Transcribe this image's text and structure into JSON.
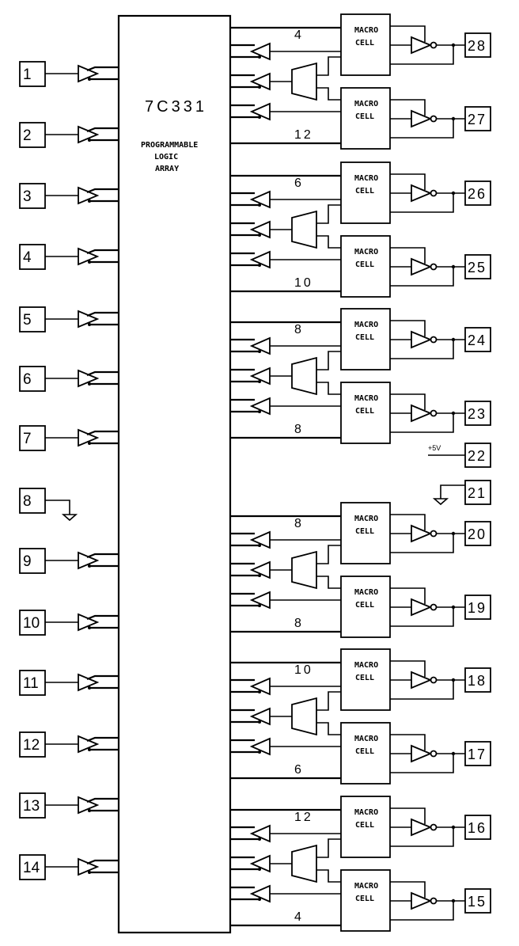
{
  "chip": {
    "part_number": "7C331",
    "description_lines": [
      "PROGRAMMABLE",
      "LOGIC",
      "ARRAY"
    ]
  },
  "left_pins": [
    {
      "label": "1",
      "type": "input"
    },
    {
      "label": "2",
      "type": "input"
    },
    {
      "label": "3",
      "type": "input"
    },
    {
      "label": "4",
      "type": "input"
    },
    {
      "label": "5",
      "type": "input"
    },
    {
      "label": "6",
      "type": "input"
    },
    {
      "label": "7",
      "type": "input"
    },
    {
      "label": "8",
      "type": "ground"
    },
    {
      "label": "9",
      "type": "input"
    },
    {
      "label": "10",
      "type": "input"
    },
    {
      "label": "11",
      "type": "input"
    },
    {
      "label": "12",
      "type": "input"
    },
    {
      "label": "13",
      "type": "input"
    },
    {
      "label": "14",
      "type": "input"
    }
  ],
  "macrocell_label": [
    "MACRO",
    "CELL"
  ],
  "macrocell_pairs": [
    {
      "top": {
        "pin": "28",
        "product_terms": "4"
      },
      "bottom": {
        "pin": "27",
        "product_terms": "12"
      }
    },
    {
      "top": {
        "pin": "26",
        "product_terms": "6"
      },
      "bottom": {
        "pin": "25",
        "product_terms": "10"
      }
    },
    {
      "top": {
        "pin": "24",
        "product_terms": "8"
      },
      "bottom": {
        "pin": "23",
        "product_terms": "8"
      }
    },
    {
      "top": {
        "pin": "20",
        "product_terms": "8"
      },
      "bottom": {
        "pin": "19",
        "product_terms": "8"
      }
    },
    {
      "top": {
        "pin": "18",
        "product_terms": "10"
      },
      "bottom": {
        "pin": "17",
        "product_terms": "6"
      }
    },
    {
      "top": {
        "pin": "16",
        "product_terms": "12"
      },
      "bottom": {
        "pin": "15",
        "product_terms": "4"
      }
    }
  ],
  "power_pins": [
    {
      "label": "22",
      "net": "+5V"
    },
    {
      "label": "21",
      "net": "ground"
    }
  ]
}
